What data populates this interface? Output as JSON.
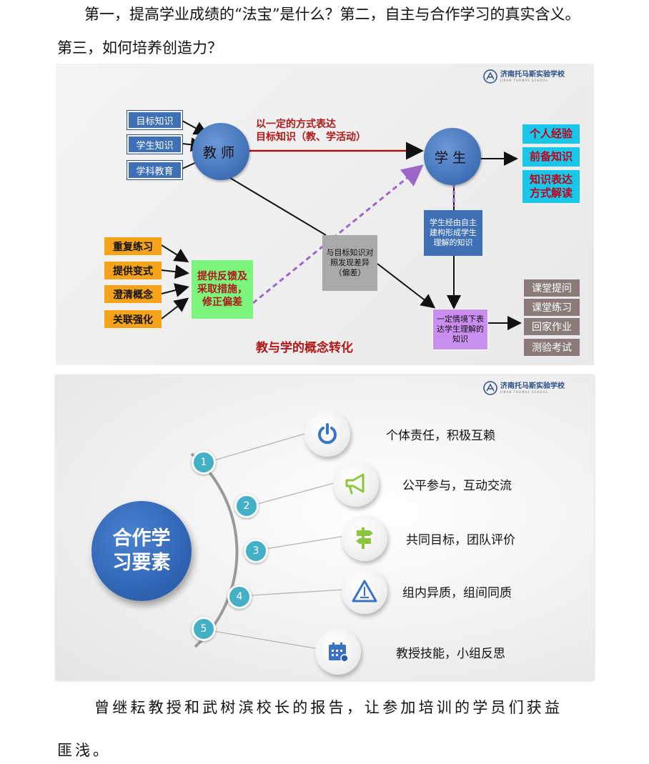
{
  "paragraphs": {
    "line1": "第一，提高学业成绩的“法宝”是什么？第二，自主与合作学习的真实含义。",
    "line2": "第三，如何培养创造力？",
    "line3": "曾继耘教授和武树滨校长的报告，让参加培训的学员们获益",
    "line4": "匪浅。"
  },
  "logo": {
    "name": "济南托马斯实验学校",
    "sub": "JINAN THOMAS SCHOOL"
  },
  "slide1": {
    "inputs": [
      "目标知识",
      "学生知识",
      "学科教育"
    ],
    "teacher": "教师",
    "student": "学生",
    "method": [
      "以一定的方式表达",
      "目标知识（教、学活动）"
    ],
    "outcomes": [
      "个人经验",
      "前备知识",
      "知识表达方式解读"
    ],
    "construct": "学生经由自主建构形成学生理解的知识",
    "compare": "与目标知识对照发现差异（偏差）",
    "practice": [
      "重复练习",
      "提供变式",
      "澄清概念",
      "关联强化"
    ],
    "feedback": "提供反馈及采取措施，修正偏差",
    "context": "一定情境下表达学生理解的知识",
    "assess": [
      "课堂提问",
      "课堂练习",
      "回家作业",
      "测验考试"
    ],
    "title": "教与学的概念转化"
  },
  "slide2": {
    "center": [
      "合作学",
      "习要素"
    ],
    "elements": [
      {
        "num": "1",
        "label": "个体责任，积极互赖",
        "icon": "power-icon"
      },
      {
        "num": "2",
        "label": "公平参与，互动交流",
        "icon": "megaphone-icon"
      },
      {
        "num": "3",
        "label": "共同目标，团队评价",
        "icon": "signpost-icon"
      },
      {
        "num": "4",
        "label": "组内异质，组间同质",
        "icon": "warning-triangle-icon"
      },
      {
        "num": "5",
        "label": "教授技能，小组反思",
        "icon": "calendar-icon"
      }
    ]
  },
  "colors": {
    "blue": "#3f6fb5",
    "orange": "#f5a318",
    "cyan": "#17c8ea",
    "green": "#7cf57c",
    "purple": "#c98ef0",
    "teal": "#43b0c6",
    "dark_red": "#b01818"
  }
}
